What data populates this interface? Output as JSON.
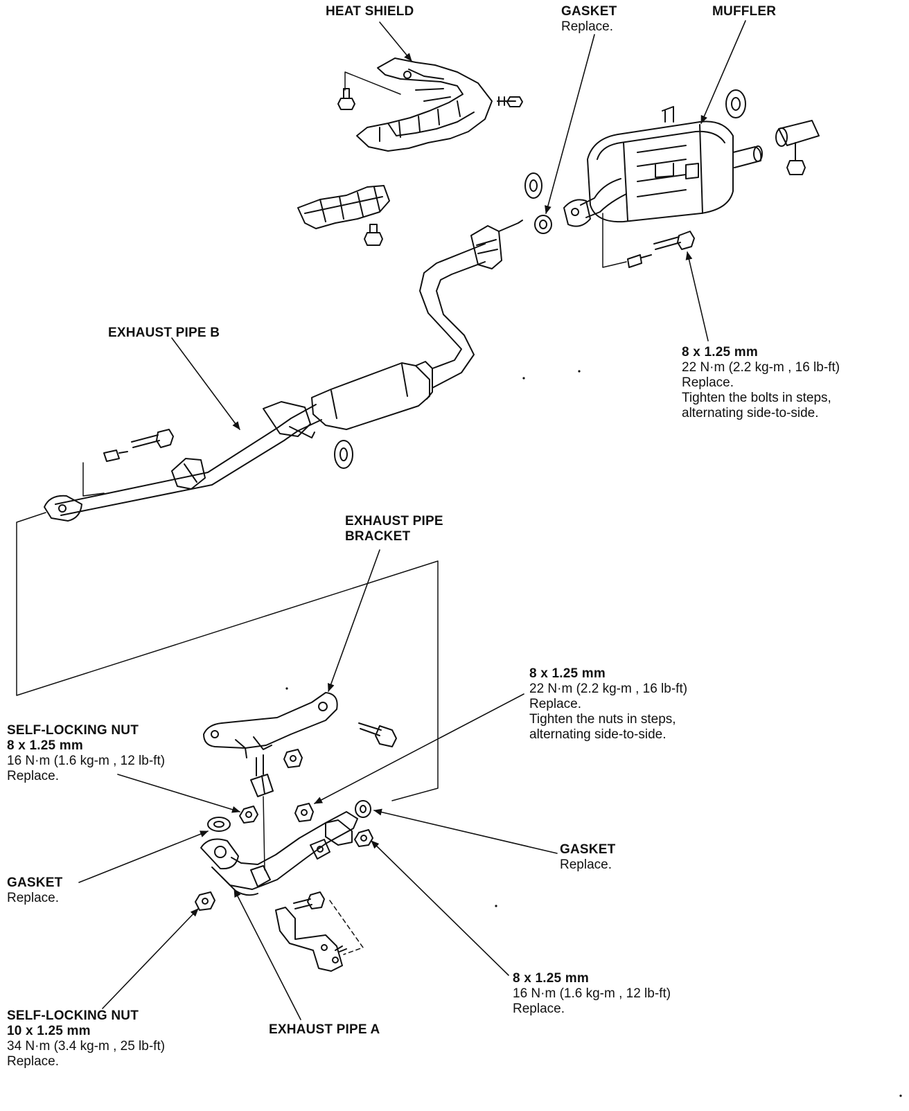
{
  "labels": {
    "heat_shield": {
      "title": "HEAT SHIELD"
    },
    "gasket_top": {
      "title": "GASKET",
      "lines": [
        "Replace."
      ]
    },
    "muffler": {
      "title": "MUFFLER"
    },
    "exhaust_pipe_b": {
      "title": "EXHAUST PIPE B"
    },
    "muffler_bolt": {
      "title": "8 x 1.25 mm",
      "lines": [
        "22  N·m (2.2  kg-m , 16  lb-ft)",
        "Replace.",
        "Tighten the bolts in steps,",
        "alternating side-to-side."
      ]
    },
    "exhaust_pipe_bracket": {
      "title": "EXHAUST PIPE",
      "title2": "BRACKET"
    },
    "bracket_nut": {
      "title": "8 x 1.25 mm",
      "lines": [
        "22  N·m (2.2  kg-m , 16  lb-ft)",
        "Replace.",
        "Tighten the nuts in steps,",
        "alternating side-to-side."
      ]
    },
    "self_locking_nut_8": {
      "title": "SELF-LOCKING NUT",
      "title2": "8 x 1.25 mm",
      "lines": [
        "16  N·m (1.6  kg-m , 12  lb-ft)",
        "Replace."
      ]
    },
    "gasket_right": {
      "title": "GASKET",
      "lines": [
        "Replace."
      ]
    },
    "gasket_left": {
      "title": "GASKET",
      "lines": [
        "Replace."
      ]
    },
    "bolt_8_lower": {
      "title": "8 x 1.25 mm",
      "lines": [
        "16  N·m (1.6  kg-m , 12  lb-ft)",
        "Replace."
      ]
    },
    "self_locking_nut_10": {
      "title": "SELF-LOCKING NUT",
      "title2": "10 x 1.25 mm",
      "lines": [
        "34  N·m (3.4  kg-m , 25  lb-ft)",
        "Replace."
      ]
    },
    "exhaust_pipe_a": {
      "title": "EXHAUST PIPE A"
    }
  }
}
